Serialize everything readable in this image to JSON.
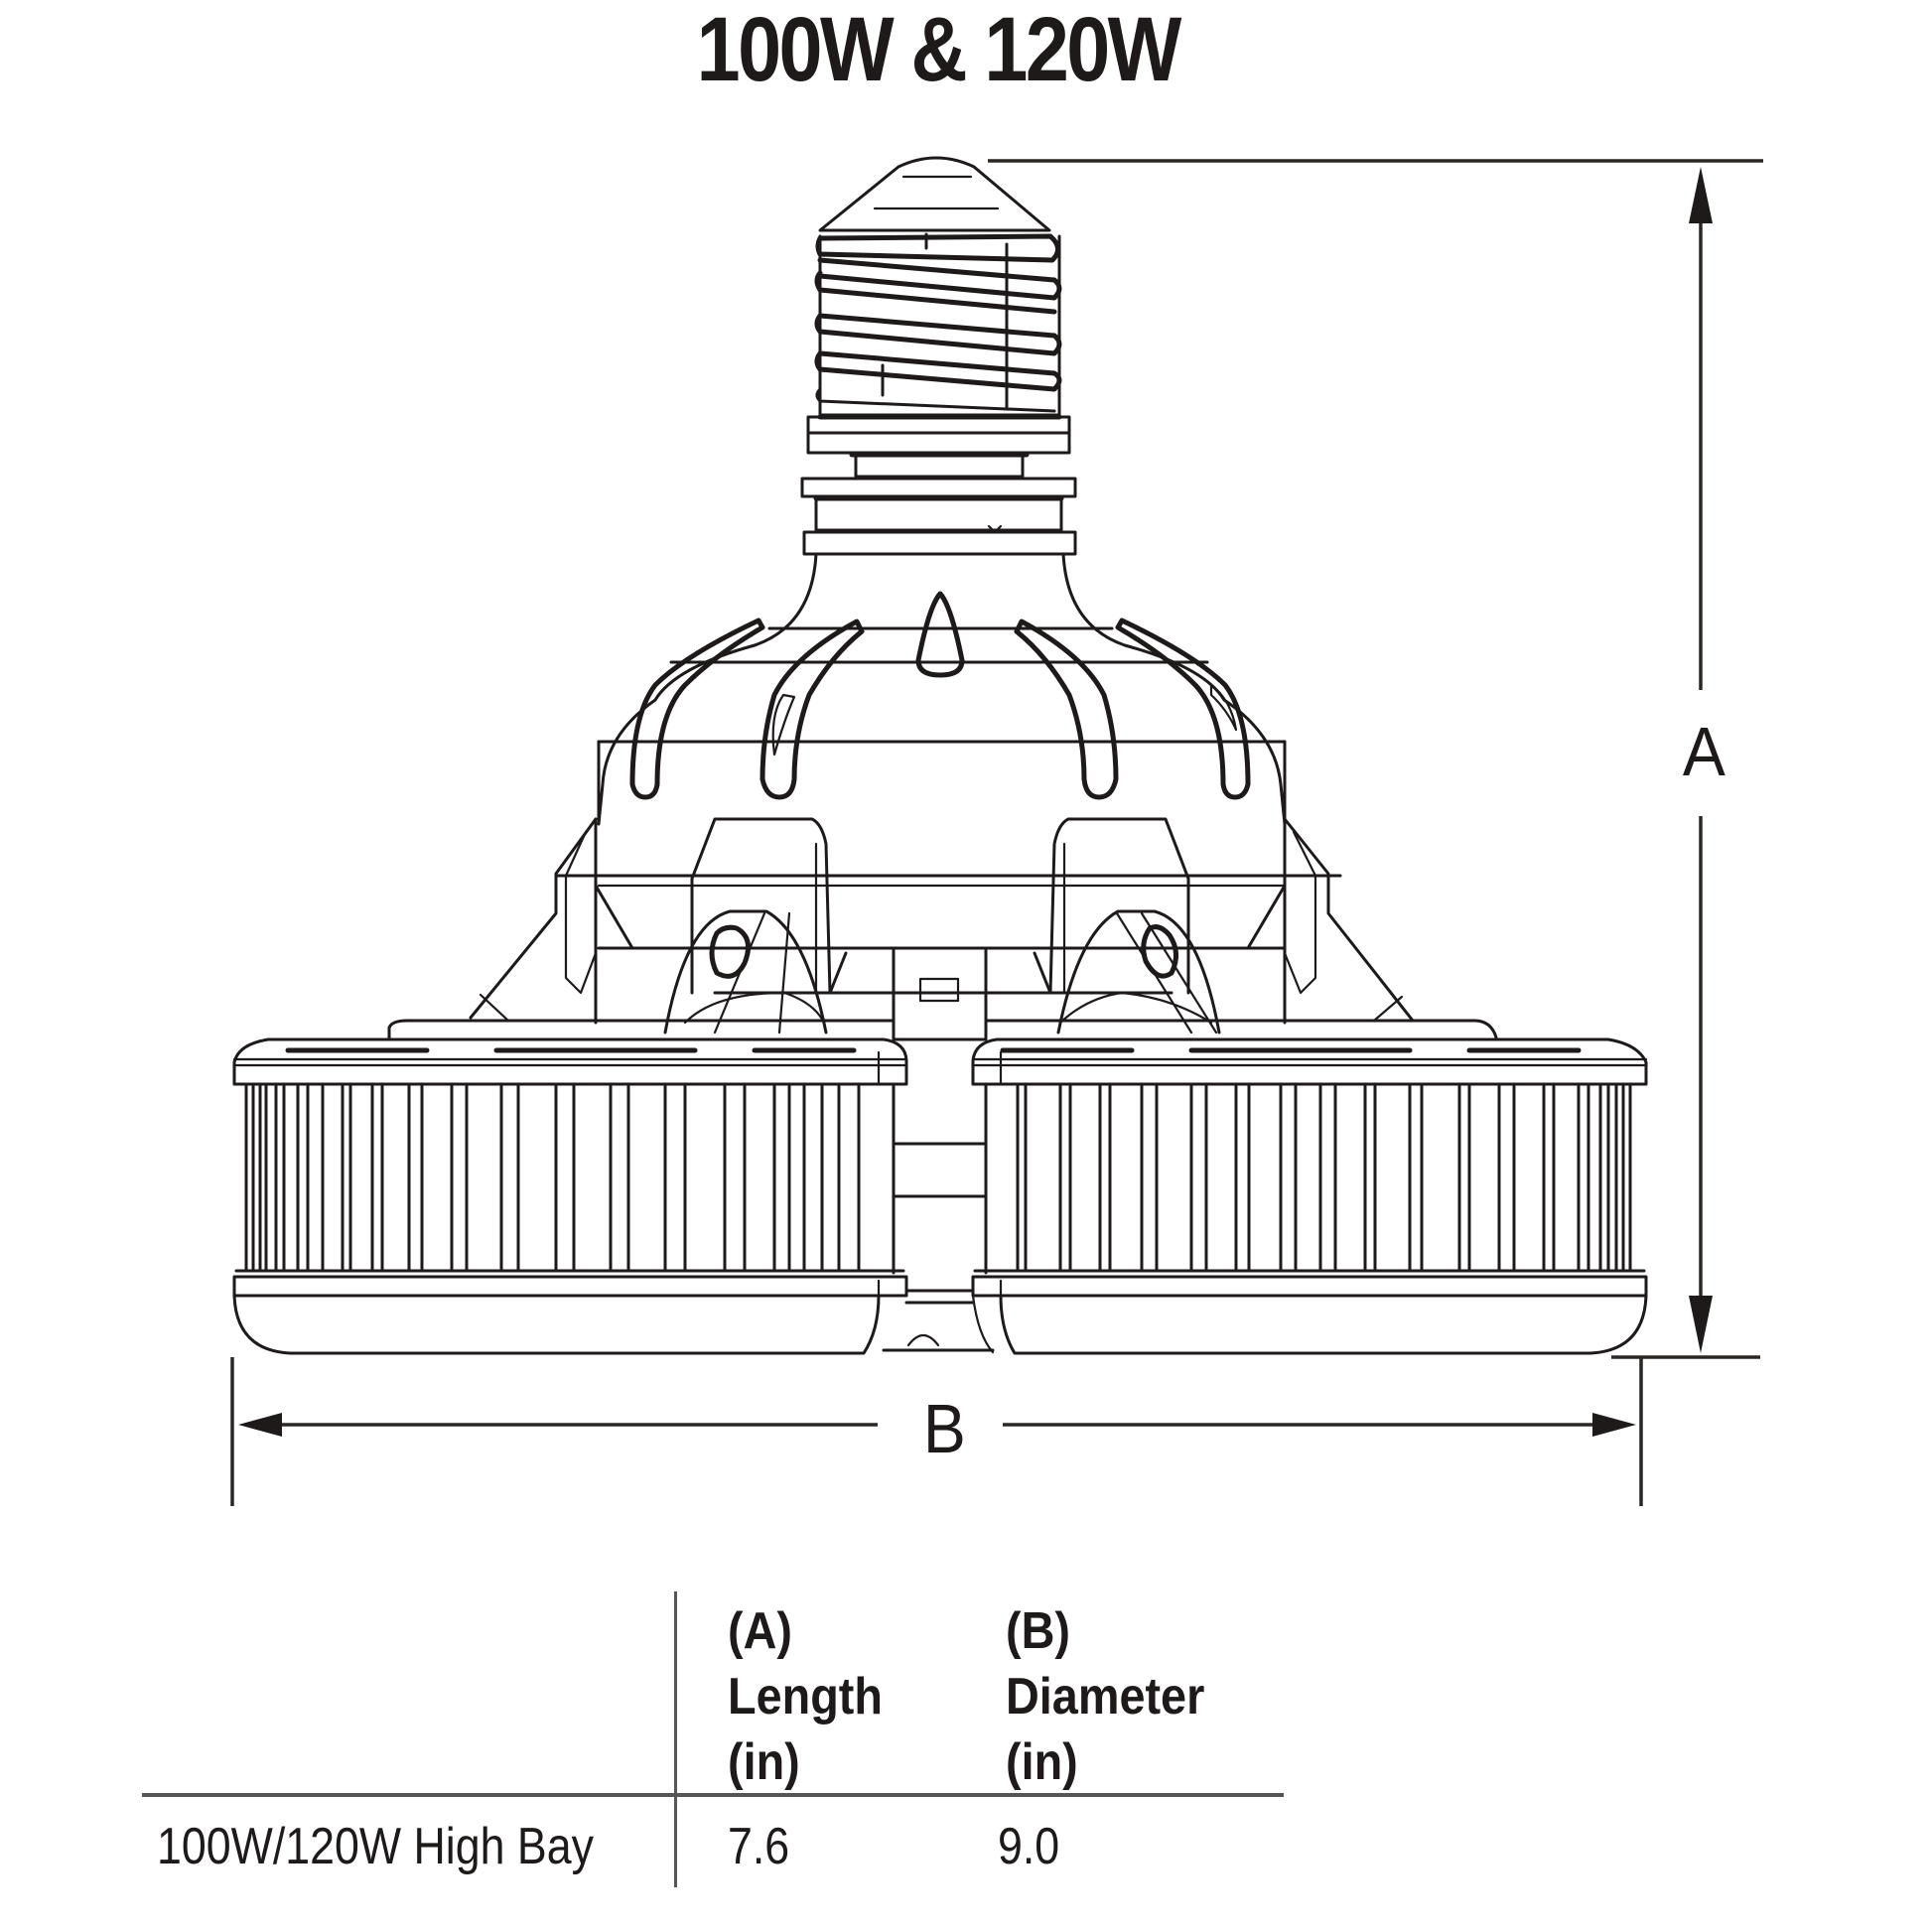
{
  "title": "100W & 120W",
  "diagram": {
    "subject": "LED high bay lamp side view",
    "dimension_labels": {
      "a": "A",
      "b": "B"
    },
    "icons": [
      "lamp-outline-drawing",
      "dimension-arrow-a",
      "dimension-arrow-b"
    ]
  },
  "table": {
    "columns": [
      {
        "id": "model",
        "lines": []
      },
      {
        "id": "length",
        "lines": [
          "(A)",
          "Length",
          "(in)"
        ]
      },
      {
        "id": "diameter",
        "lines": [
          "(B)",
          "Diameter",
          "(in)"
        ]
      }
    ],
    "rows": [
      {
        "model": "100W/120W High Bay",
        "length": "7.6",
        "diameter": "9.0"
      }
    ]
  },
  "colors": {
    "ink": "#1e1a19",
    "rule": "#555555",
    "background": "#ffffff"
  }
}
